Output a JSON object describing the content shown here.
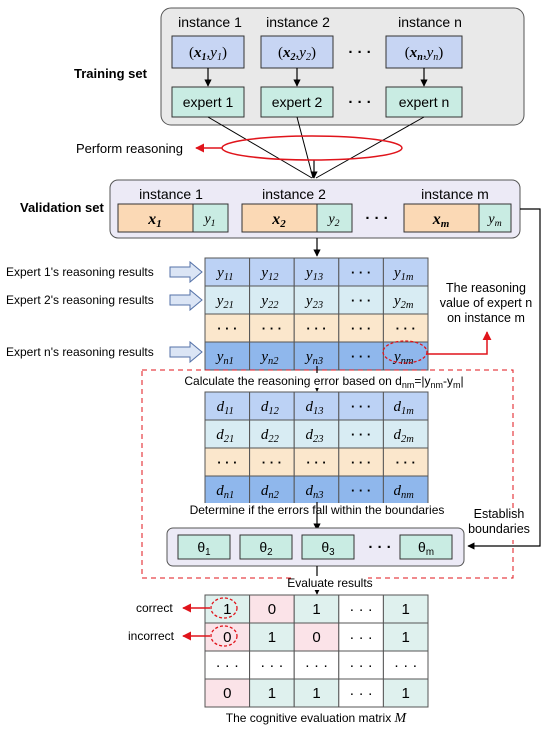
{
  "training": {
    "label": "Training set",
    "instances": [
      "instance 1",
      "instance 2",
      "instance n"
    ],
    "pairs": [
      {
        "x": "x",
        "xsub": "1",
        "y": "y",
        "ysub": "1"
      },
      {
        "x": "x",
        "xsub": "2",
        "y": "y",
        "ysub": "2"
      },
      {
        "x": "x",
        "xsub": "n",
        "y": "y",
        "ysub": "n"
      }
    ],
    "experts": [
      "expert 1",
      "expert 2",
      "expert n"
    ],
    "ellipsis": "· · ·"
  },
  "perform_reasoning": "Perform reasoning",
  "validation": {
    "label": "Validation set",
    "instances": [
      "instance 1",
      "instance 2",
      "instance m"
    ],
    "items": [
      {
        "x": "x",
        "xsub": "1",
        "y": "y",
        "ysub": "1"
      },
      {
        "x": "x",
        "xsub": "2",
        "y": "y",
        "ysub": "2"
      },
      {
        "x": "x",
        "xsub": "m",
        "y": "y",
        "ysub": "m"
      }
    ],
    "ellipsis": "· · ·"
  },
  "reasoning_labels": [
    "Expert 1's reasoning results",
    "Expert 2's reasoning results",
    "Expert n's reasoning results"
  ],
  "y_matrix": {
    "rows": [
      [
        {
          "b": "y",
          "s": "11"
        },
        {
          "b": "y",
          "s": "12"
        },
        {
          "b": "y",
          "s": "13"
        },
        {
          "b": "· · ·",
          "s": ""
        },
        {
          "b": "y",
          "s": "1m"
        }
      ],
      [
        {
          "b": "y",
          "s": "21"
        },
        {
          "b": "y",
          "s": "22"
        },
        {
          "b": "y",
          "s": "23"
        },
        {
          "b": "· · ·",
          "s": ""
        },
        {
          "b": "y",
          "s": "2m"
        }
      ],
      [
        {
          "b": "· · ·",
          "s": ""
        },
        {
          "b": "· · ·",
          "s": ""
        },
        {
          "b": "· · ·",
          "s": ""
        },
        {
          "b": "· · ·",
          "s": ""
        },
        {
          "b": "· · ·",
          "s": ""
        }
      ],
      [
        {
          "b": "y",
          "s": "n1"
        },
        {
          "b": "y",
          "s": "n2"
        },
        {
          "b": "y",
          "s": "n3"
        },
        {
          "b": "· · ·",
          "s": ""
        },
        {
          "b": "y",
          "s": "nm"
        }
      ]
    ]
  },
  "annotation_expert_n": [
    "The reasoning",
    "value of expert n",
    "on instance m"
  ],
  "calc_error": {
    "prefix": "Calculate the reasoning error based on d",
    "sub1": "nm",
    "mid": "=|y",
    "sub2": "nm",
    "mid2": "-y",
    "sub3": "m",
    "suffix": "|"
  },
  "d_matrix": {
    "rows": [
      [
        {
          "b": "d",
          "s": "11"
        },
        {
          "b": "d",
          "s": "12"
        },
        {
          "b": "d",
          "s": "13"
        },
        {
          "b": "· · ·",
          "s": ""
        },
        {
          "b": "d",
          "s": "1m"
        }
      ],
      [
        {
          "b": "d",
          "s": "21"
        },
        {
          "b": "d",
          "s": "22"
        },
        {
          "b": "d",
          "s": "23"
        },
        {
          "b": "· · ·",
          "s": ""
        },
        {
          "b": "d",
          "s": "2m"
        }
      ],
      [
        {
          "b": "· · ·",
          "s": ""
        },
        {
          "b": "· · ·",
          "s": ""
        },
        {
          "b": "· · ·",
          "s": ""
        },
        {
          "b": "· · ·",
          "s": ""
        },
        {
          "b": "· · ·",
          "s": ""
        }
      ],
      [
        {
          "b": "d",
          "s": "n1"
        },
        {
          "b": "d",
          "s": "n2"
        },
        {
          "b": "d",
          "s": "n3"
        },
        {
          "b": "· · ·",
          "s": ""
        },
        {
          "b": "d",
          "s": "nm"
        }
      ]
    ]
  },
  "determine_text": "Determine if the errors fall within the boundaries",
  "establish_boundaries": [
    "Establish",
    "boundaries"
  ],
  "thetas": [
    {
      "b": "θ",
      "s": "1"
    },
    {
      "b": "θ",
      "s": "2"
    },
    {
      "b": "θ",
      "s": "3"
    },
    {
      "b": "θ",
      "s": "m"
    }
  ],
  "theta_ellipsis": "· · ·",
  "evaluate_results": "Evaluate results",
  "m_matrix": {
    "rows": [
      [
        "1",
        "0",
        "1",
        "· · ·",
        "1"
      ],
      [
        "0",
        "1",
        "0",
        "· · ·",
        "1"
      ],
      [
        "· · ·",
        "· · ·",
        "· · ·",
        "· · ·",
        "· · ·"
      ],
      [
        "0",
        "1",
        "1",
        "· · ·",
        "1"
      ]
    ],
    "colors": [
      [
        "#dff1ee",
        "#fbe3e8",
        "#dff1ee",
        "#ffffff",
        "#dff1ee"
      ],
      [
        "#fbe3e8",
        "#dff1ee",
        "#fbe3e8",
        "#ffffff",
        "#dff1ee"
      ],
      [
        "#ffffff",
        "#ffffff",
        "#ffffff",
        "#ffffff",
        "#ffffff"
      ],
      [
        "#fbe3e8",
        "#dff1ee",
        "#dff1ee",
        "#ffffff",
        "#dff1ee"
      ]
    ]
  },
  "correct_label": "correct",
  "incorrect_label": "incorrect",
  "caption_prefix": "The cognitive evaluation matrix ",
  "caption_symbol": "M",
  "colors": {
    "blue_cell": "#c7d5f3",
    "teal_cell": "#c9ece3",
    "orange_cell": "#fbd9b5",
    "y_row1": "#bcd2f5",
    "y_row2": "#d8ecf3",
    "y_row3": "#fbe7cc",
    "y_row4": "#8fb7ec",
    "red": "#e0141b",
    "panel_gray": "#e9e9e9",
    "panel_lavender": "#eceaf6"
  }
}
